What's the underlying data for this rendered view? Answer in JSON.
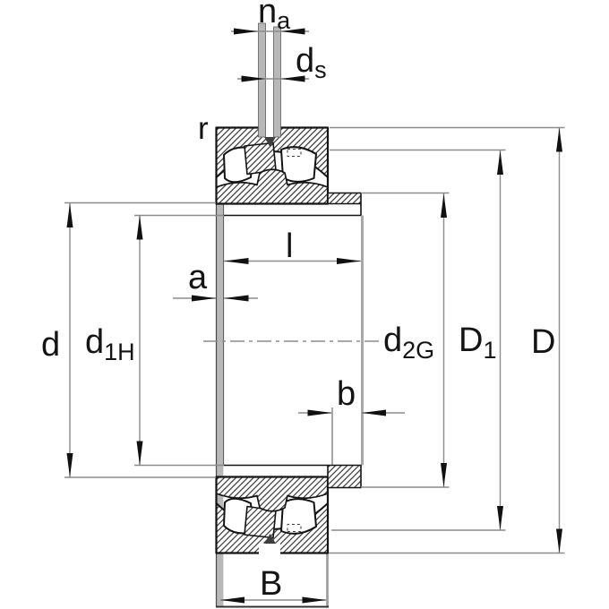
{
  "figure": {
    "type": "technical-dimension-drawing",
    "subject": "Spherical roller bearing with adapter sleeve and lock nut, cross-section with dimension lines",
    "background_color": "#ffffff",
    "outline_color": "#141414",
    "dimension_line_color": "#8c8c8c",
    "sleeve_gray": "#b8b8b8",
    "arrow_color": "#111111"
  },
  "labels": {
    "na": {
      "main": "n",
      "sub": "a"
    },
    "ds": {
      "main": "d",
      "sub": "s"
    },
    "r": {
      "main": "r"
    },
    "l": {
      "main": "l"
    },
    "a": {
      "main": "a"
    },
    "d": {
      "main": "d"
    },
    "d1H": {
      "main": "d",
      "sub": "1H"
    },
    "d2G": {
      "main": "d",
      "sub": "2G"
    },
    "D1": {
      "main": "D",
      "sub": "1"
    },
    "D": {
      "main": "D"
    },
    "b": {
      "main": "b"
    },
    "B": {
      "main": "B"
    }
  }
}
